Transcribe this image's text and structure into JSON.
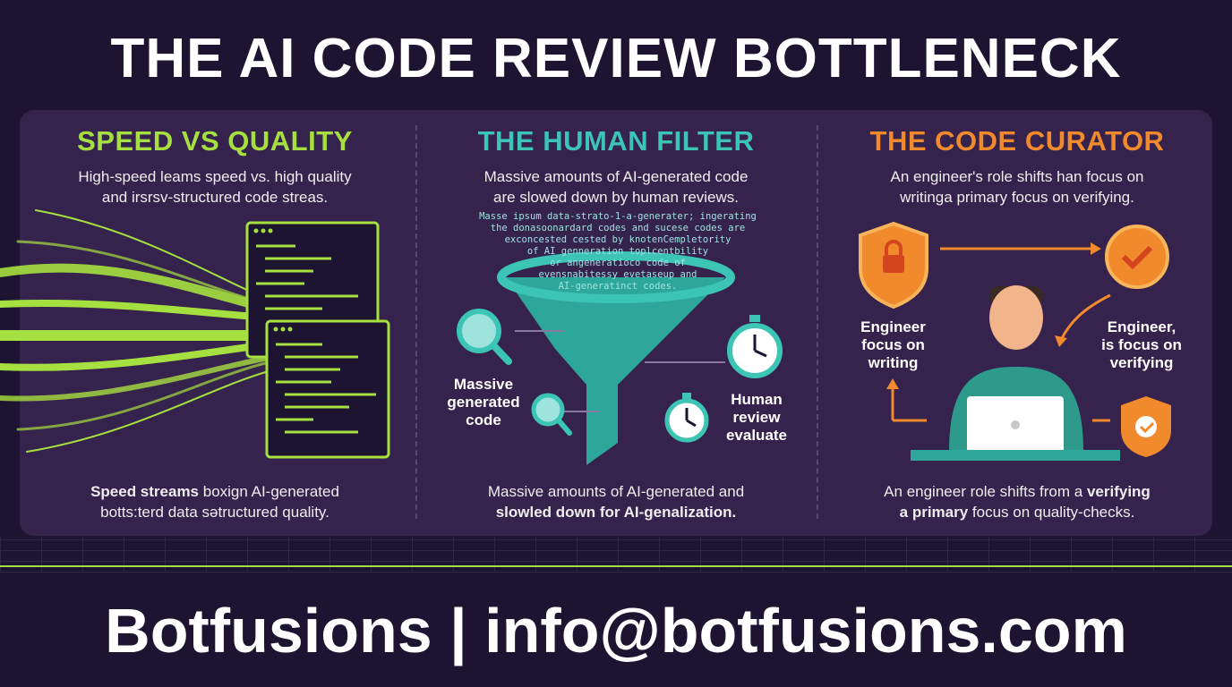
{
  "title": "THE AI CODE REVIEW BOTTLENECK",
  "colors": {
    "green": "#a6e040",
    "teal": "#3cc4b4",
    "orange": "#f08a2c",
    "background": "#1c1430",
    "panel": "#35224d"
  },
  "columns": [
    {
      "heading": "SPEED VS QUALITY",
      "subtitle_line1": "High-speed leams speed vs. high quality",
      "subtitle_line2": "and irsrsv-structured code streas.",
      "bottom_bold": "Speed streams",
      "bottom_rest": " boxign AI-generated",
      "bottom_line2": "botts:terd data sətructured quality."
    },
    {
      "heading": "THE HUMAN FILTER",
      "subtitle_line1": "Massive amounts of AI-generated code",
      "subtitle_line2": "are slowed down by human reviews.",
      "code_lines": [
        "Masse ipsum data-strato-1-a-generater; ingerating",
        "the donasoonardard codes and sucese codes are",
        "exconcested cested by knotenCempletority",
        "of AI genneration toplcentbility",
        "or angeneratioco code of",
        "evensnabitessy evetaseup and",
        "AI-generatinct codes."
      ],
      "label_left": [
        "Massive",
        "generated",
        "code"
      ],
      "label_right": [
        "Human",
        "review",
        "evaluate"
      ],
      "bottom_line1": "Massive amounts of AI-generated and",
      "bottom_line2": "slowled down for AI-genalization."
    },
    {
      "heading": "THE CODE CURATOR",
      "subtitle_line1": "An engineer's role shifts han focus on",
      "subtitle_line2": "writinga primary focus on verifying.",
      "label_left": [
        "Engineer",
        "focus on",
        "writing"
      ],
      "label_right": [
        "Engineer,",
        "is focus on",
        "verifying"
      ],
      "bottom_rest1": "An engineer role shifts from a ",
      "bottom_bold1": "verifying",
      "bottom_bold2": "a primary",
      "bottom_rest2": "  focus on quality-checks."
    }
  ],
  "footer": "Botfusions | info@botfusions.com"
}
